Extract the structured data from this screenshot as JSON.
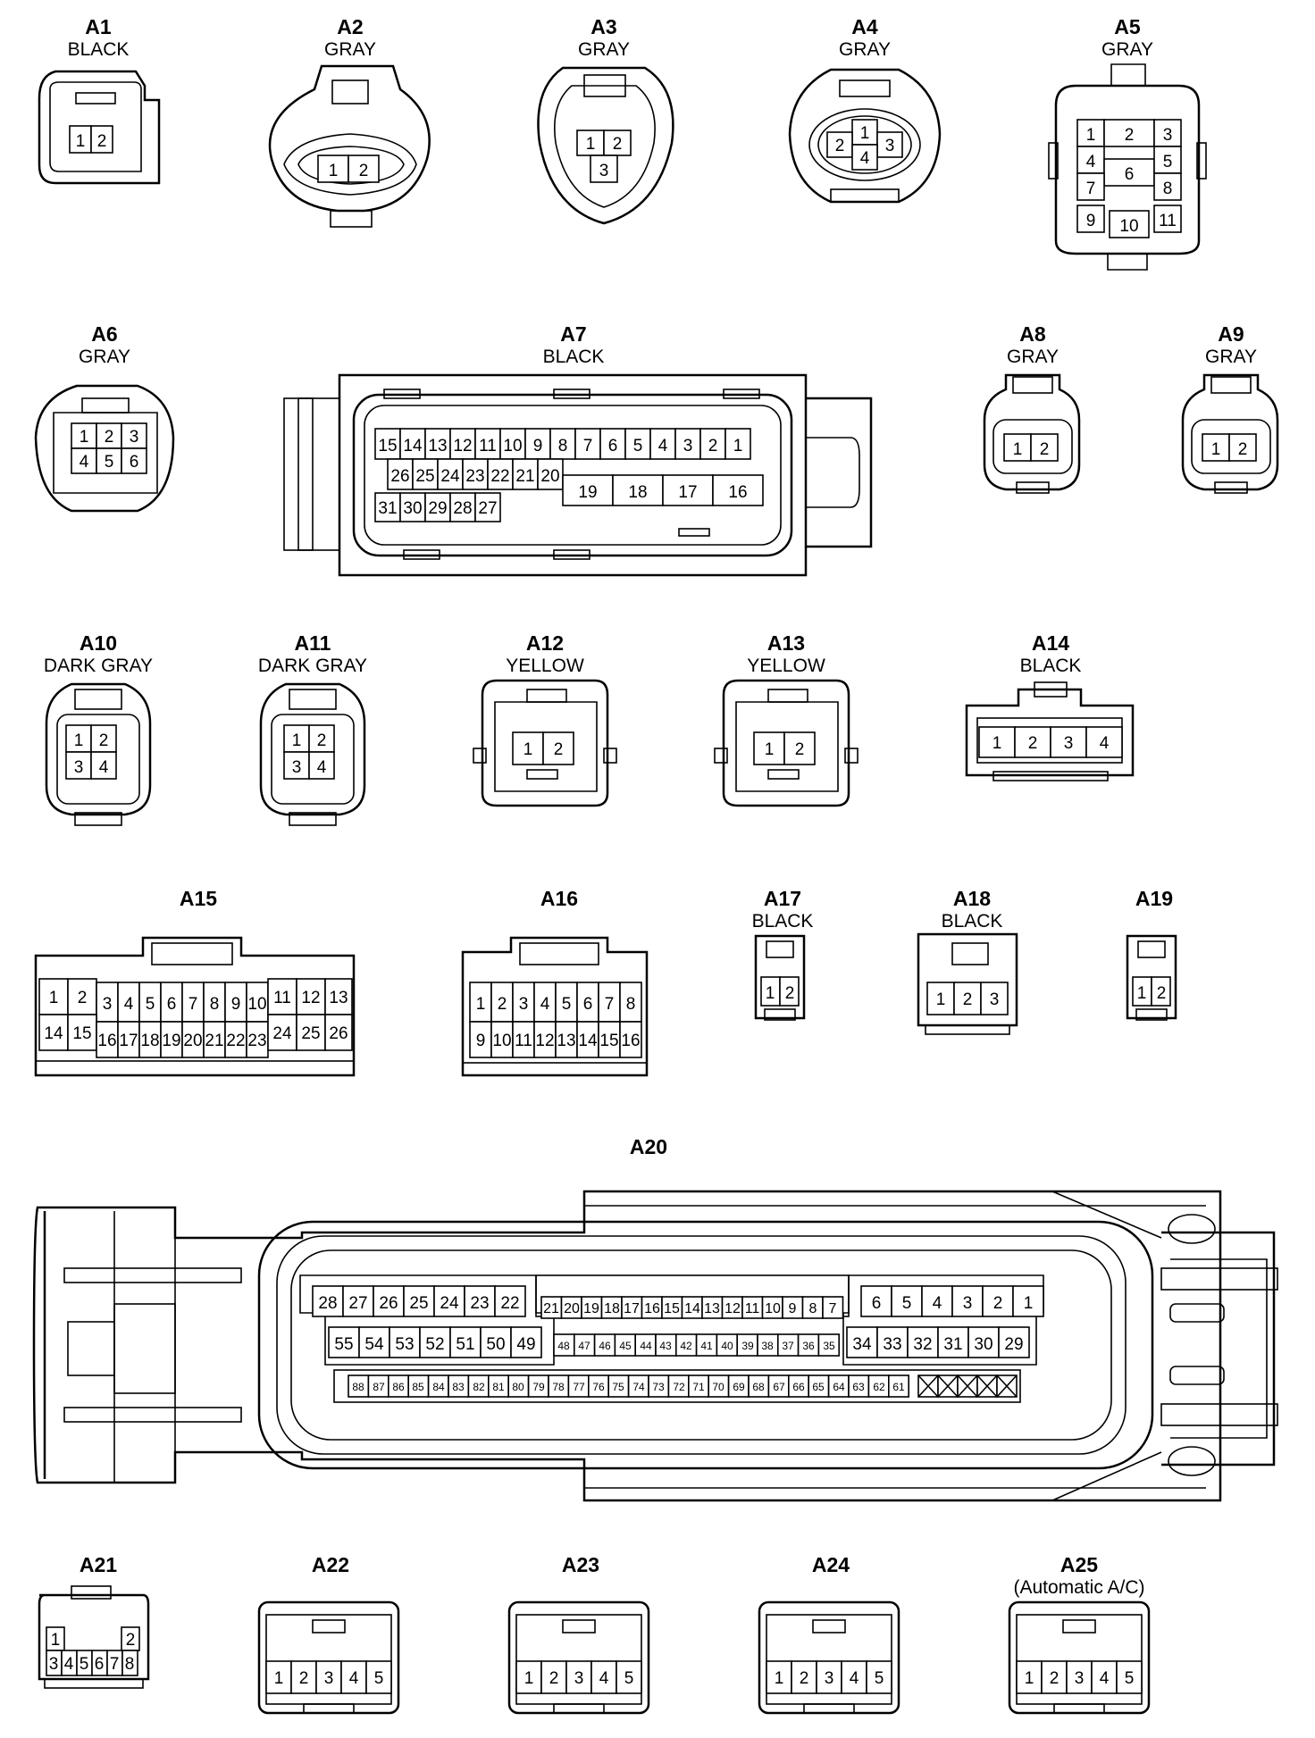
{
  "connectors": [
    {
      "id": "A1",
      "color": "BLACK"
    },
    {
      "id": "A2",
      "color": "GRAY"
    },
    {
      "id": "A3",
      "color": "GRAY"
    },
    {
      "id": "A4",
      "color": "GRAY"
    },
    {
      "id": "A5",
      "color": "GRAY"
    },
    {
      "id": "A6",
      "color": "GRAY"
    },
    {
      "id": "A7",
      "color": "BLACK"
    },
    {
      "id": "A8",
      "color": "GRAY"
    },
    {
      "id": "A9",
      "color": "GRAY"
    },
    {
      "id": "A10",
      "color": "DARK GRAY"
    },
    {
      "id": "A11",
      "color": "DARK GRAY"
    },
    {
      "id": "A12",
      "color": "YELLOW"
    },
    {
      "id": "A13",
      "color": "YELLOW"
    },
    {
      "id": "A14",
      "color": "BLACK"
    },
    {
      "id": "A15",
      "color": ""
    },
    {
      "id": "A16",
      "color": ""
    },
    {
      "id": "A17",
      "color": "BLACK"
    },
    {
      "id": "A18",
      "color": "BLACK"
    },
    {
      "id": "A19",
      "color": ""
    },
    {
      "id": "A20",
      "color": ""
    },
    {
      "id": "A21",
      "color": ""
    },
    {
      "id": "A22",
      "color": ""
    },
    {
      "id": "A23",
      "color": ""
    },
    {
      "id": "A24",
      "color": ""
    },
    {
      "id": "A25",
      "color": "(Automatic A/C)"
    }
  ]
}
